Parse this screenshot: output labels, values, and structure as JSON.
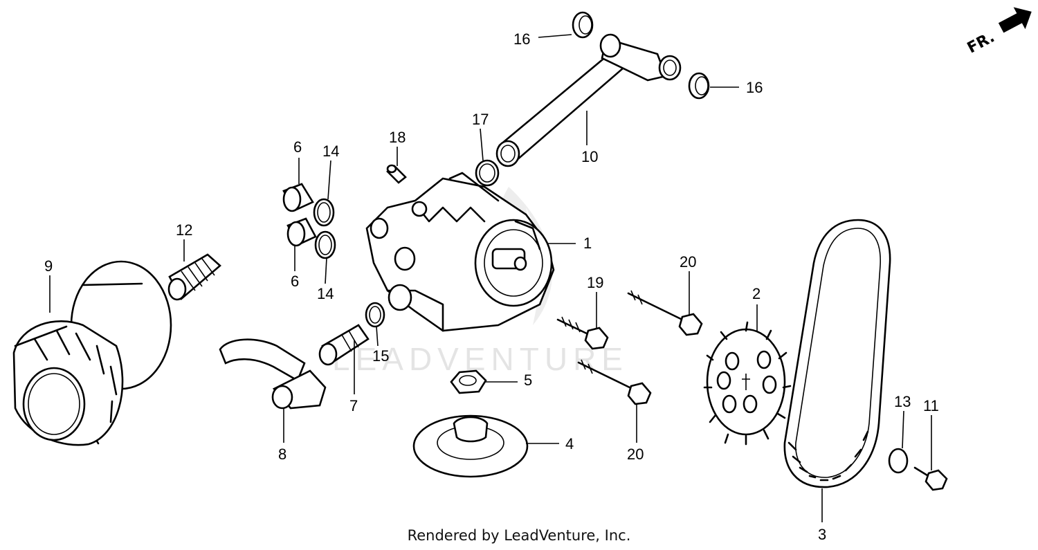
{
  "diagram": {
    "watermark": "LEADVENTURE",
    "credit": "Rendered by LeadVenture, Inc.",
    "direction_marker": "FR.",
    "callouts": {
      "c1": "1",
      "c2": "2",
      "c3": "3",
      "c4": "4",
      "c5": "5",
      "c6a": "6",
      "c6b": "6",
      "c7": "7",
      "c8": "8",
      "c9": "9",
      "c10": "10",
      "c11": "11",
      "c12": "12",
      "c13": "13",
      "c14a": "14",
      "c14b": "14",
      "c15": "15",
      "c16a": "16",
      "c16b": "16",
      "c17": "17",
      "c18": "18",
      "c19": "19",
      "c20a": "20",
      "c20b": "20"
    }
  }
}
